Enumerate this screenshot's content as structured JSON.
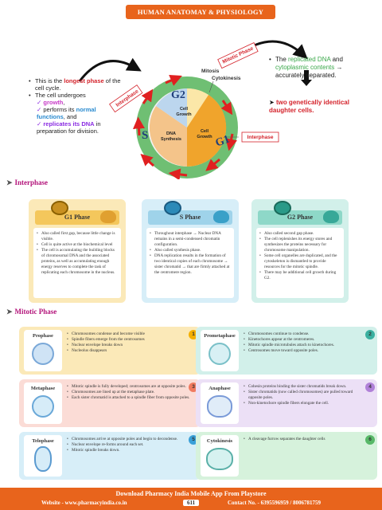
{
  "header": "HUMAN ANATOMAY & PHYSIOLOGY",
  "cycle": {
    "interphase_tag": "Interphase",
    "mitotic_tag": "Mitotic Phase",
    "mitosis": "Mitosis",
    "cytokinesis": "Cytokinesis",
    "g2": "G2",
    "g1": "G1",
    "s": "S",
    "cell_growth_top": "Cell Growth",
    "dna_synthesis": "DNA Synthesis",
    "cell_growth_right": "Cell Growth",
    "interphase_label": "Interphase",
    "left_notes": [
      {
        "pre": "This is the ",
        "hl": "longest phase",
        "post": " of the cell cycle."
      },
      {
        "pre": "The cell undergoes",
        "hl": "",
        "post": ""
      }
    ],
    "left_checks": [
      {
        "hl": "growth",
        "post": ","
      },
      {
        "pre": "performs its ",
        "hl": "normal functions",
        "post": ", and"
      },
      {
        "pre": "replicates its ",
        "hl": "DNA",
        "post": " in preparation for division."
      }
    ],
    "right_notes": [
      {
        "pre": "The ",
        "hl1": "replicated DNA",
        "mid": " and ",
        "hl2": "cytoplasmic contents",
        "post": " → accurately separated."
      },
      {
        "text": "two genetically identical daughter cells."
      }
    ]
  },
  "interphase_section": {
    "title": "Interphase",
    "cards": [
      {
        "title": "G1 Phase",
        "bullets": [
          "Also called first gap, because little change is visible.",
          "Cell is quite active at the biochemical level",
          "The cell is accumulating the building blocks of chromosomal DNA and the associated proteins, as well as accumulating enough energy reserves to complete the task of replicating each chromosome in the nucleus."
        ]
      },
      {
        "title": "S Phase",
        "bullets": [
          "Throughout interphase → Nuclear DNA remains in a semi-condensed chromatin configuration.",
          "Also called synthesis phase.",
          "DNA replication results in the formation of two identical copies of each chromosome → sister chromatid → that are firmly attached at the centromere region."
        ]
      },
      {
        "title": "G2 Phase",
        "bullets": [
          "Also called second gap phase.",
          "The cell replenishes its energy stores and synthesizes the proteins necessary for chromosome manipulation.",
          "Some cell organelles are duplicated, and the cytoskeleton is dismantled to provide resources for the mitotic spindle.",
          "There may be additional cell growth during G2."
        ]
      }
    ]
  },
  "mitotic_section": {
    "title": "Mitotic Phase",
    "cards": [
      {
        "name": "Prophase",
        "num": "1",
        "bullets": [
          "Chromosomes condense and become visible",
          "Spindle fibers emerge from the centrosomes",
          "Nuclear envelope breaks down",
          "Nucleolus disappears"
        ]
      },
      {
        "name": "Prometaphase",
        "num": "2",
        "bullets": [
          "Chromosomes continue to condense.",
          "Kinetochores appear at the centromeres.",
          "Mitotic spindle microtubules attach to kinetochores.",
          "Centrosomes move toward opposite poles."
        ]
      },
      {
        "name": "Metaphase",
        "num": "3",
        "bullets": [
          "Mitotic spindle is fully developed; centrosomes are at opposite poles.",
          "Chromosomes are lined up at the metaphase plate.",
          "Each sister chromatid is attached to a spindle fiber from opposite poles."
        ]
      },
      {
        "name": "Anaphase",
        "num": "4",
        "bullets": [
          "Cohesin proteins binding the sister chromatids break down.",
          "Sister chromatids (now called chromosomes) are pulled toward opposite poles.",
          "Non-kinetochore spindle fibers elongate the cell."
        ]
      },
      {
        "name": "Telophase",
        "num": "5",
        "bullets": [
          "Chromosomes arrive at opposite poles and begin to decondense.",
          "Nuclear envelope re-forms around each set.",
          "Mitotic spindle breaks down."
        ]
      },
      {
        "name": "Cytokinesis",
        "num": "6",
        "bullets": [
          "A cleavage furrow separates the daughter cells"
        ]
      }
    ]
  },
  "footer": {
    "line1": "Download Pharmacy India Mobile App From Playstore",
    "website": "Website - www.pharmacyindia.co.in",
    "page": "611",
    "contact": "Contact No. - 6395596959 / 8006781759"
  },
  "colors": {
    "orange": "#e8641c",
    "red": "#d4232b",
    "green": "#3aa84a",
    "purple": "#8a2be2"
  }
}
